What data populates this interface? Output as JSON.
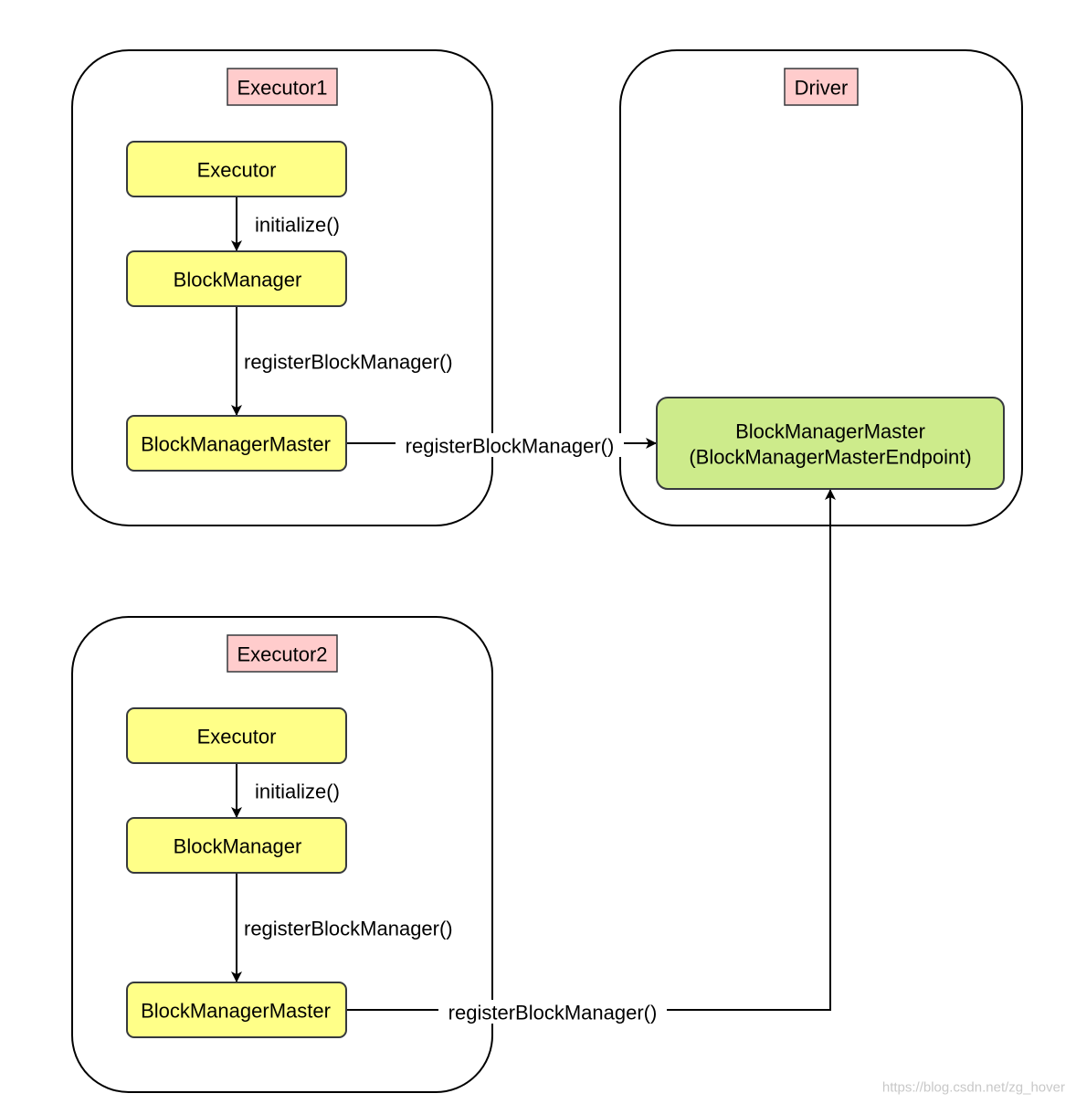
{
  "containers": {
    "executor1": {
      "title": "Executor1"
    },
    "executor2": {
      "title": "Executor2"
    },
    "driver": {
      "title": "Driver"
    }
  },
  "nodes": {
    "e1_executor": "Executor",
    "e1_block_manager": "BlockManager",
    "e1_block_manager_master": "BlockManagerMaster",
    "e2_executor": "Executor",
    "e2_block_manager": "BlockManager",
    "e2_block_manager_master": "BlockManagerMaster",
    "driver_master_line1": "BlockManagerMaster",
    "driver_master_line2": "(BlockManagerMasterEndpoint)"
  },
  "edges": {
    "e1_initialize": "initialize()",
    "e1_register_local": "registerBlockManager()",
    "e1_register_remote": "registerBlockManager()",
    "e2_initialize": "initialize()",
    "e2_register_local": "registerBlockManager()",
    "e2_register_remote": "registerBlockManager()"
  },
  "watermark": "https://blog.csdn.net/zg_hover",
  "colors": {
    "node_fill": "#ffff88",
    "node_stroke": "#36393d",
    "title_fill": "#ffcccc",
    "master_fill": "#cdeb8b",
    "line": "#000000"
  }
}
